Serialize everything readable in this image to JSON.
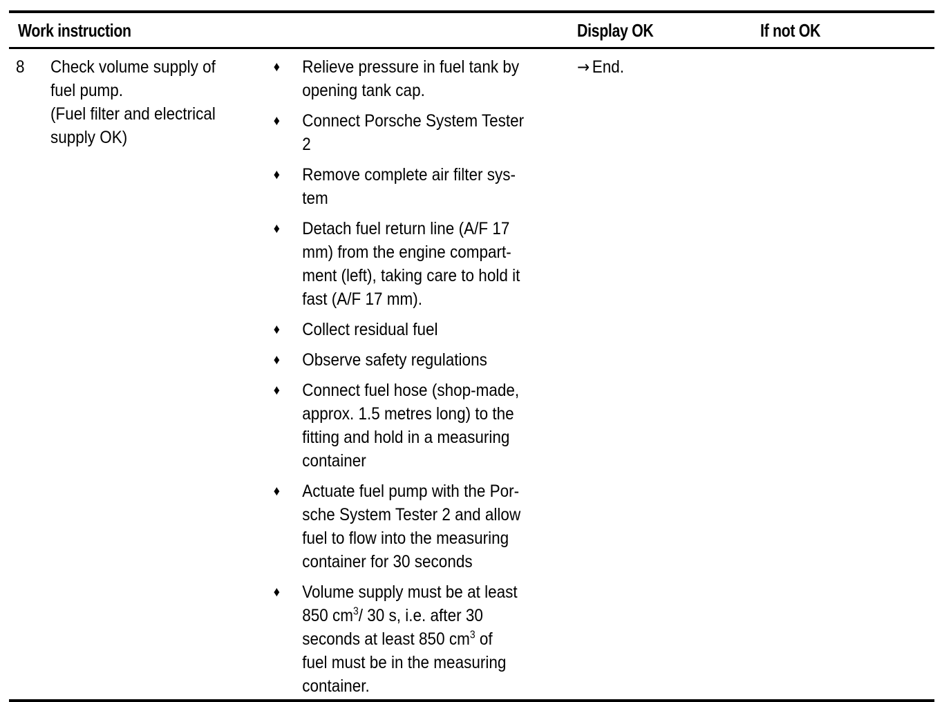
{
  "table": {
    "headers": {
      "work_instruction": "Work instruction",
      "display_ok": "Display OK",
      "if_not_ok": "If not OK"
    },
    "row": {
      "number": "8",
      "description_lines": [
        "Check volume supply of",
        "fuel pump.",
        "(Fuel filter and electrical",
        "supply OK)"
      ],
      "bullet_marker": "♦",
      "bullets": [
        {
          "text": "Relieve pressure in fuel tank by opening tank cap.",
          "lines": [
            "Relieve pressure in fuel tank by",
            "opening tank cap."
          ]
        },
        {
          "text": "Connect Porsche System Tester 2",
          "lines": [
            "Connect Porsche System Tester",
            "2"
          ]
        },
        {
          "text": "Remove complete air filter system",
          "lines": [
            "Remove complete air filter sys-",
            "tem"
          ]
        },
        {
          "text": "Detach fuel return line (A/F 17 mm) from the engine compartment (left), taking care to hold it fast (A/F 17 mm).",
          "lines": [
            "Detach fuel return line (A/F 17",
            "mm) from the engine compart-",
            "ment (left), taking care to hold it",
            "fast (A/F 17 mm)."
          ]
        },
        {
          "text": "Collect residual fuel",
          "lines": [
            "Collect residual fuel"
          ]
        },
        {
          "text": "Observe safety regulations",
          "lines": [
            "Observe safety regulations"
          ]
        },
        {
          "text": "Connect fuel hose (shop-made, approx. 1.5 metres long) to the fitting and hold in a measuring container",
          "lines": [
            "Connect fuel hose (shop-made,",
            "approx. 1.5 metres long) to the",
            "fitting and hold in a measuring",
            "container"
          ]
        },
        {
          "text": "Actuate fuel pump with the Porsche System Tester 2 and allow fuel to flow into the measuring container for 30 seconds",
          "lines": [
            "Actuate fuel pump with the Por-",
            "sche System Tester 2 and allow",
            "fuel to flow into the measuring",
            "container for 30 seconds"
          ]
        },
        {
          "text": "Volume supply must be at least 850 cm3/ 30 s, i.e. after 30 seconds at least 850 cm3 of fuel must be in the measuring container.",
          "lines": [
            "Volume supply must be at least",
            "850 cm|3|/ 30 s, i.e. after 30",
            "seconds at least 850 cm|3| of",
            "fuel must be in the measuring",
            "container."
          ]
        }
      ],
      "display_ok": {
        "arrow": "→",
        "text": "End."
      },
      "if_not_ok": ""
    }
  }
}
